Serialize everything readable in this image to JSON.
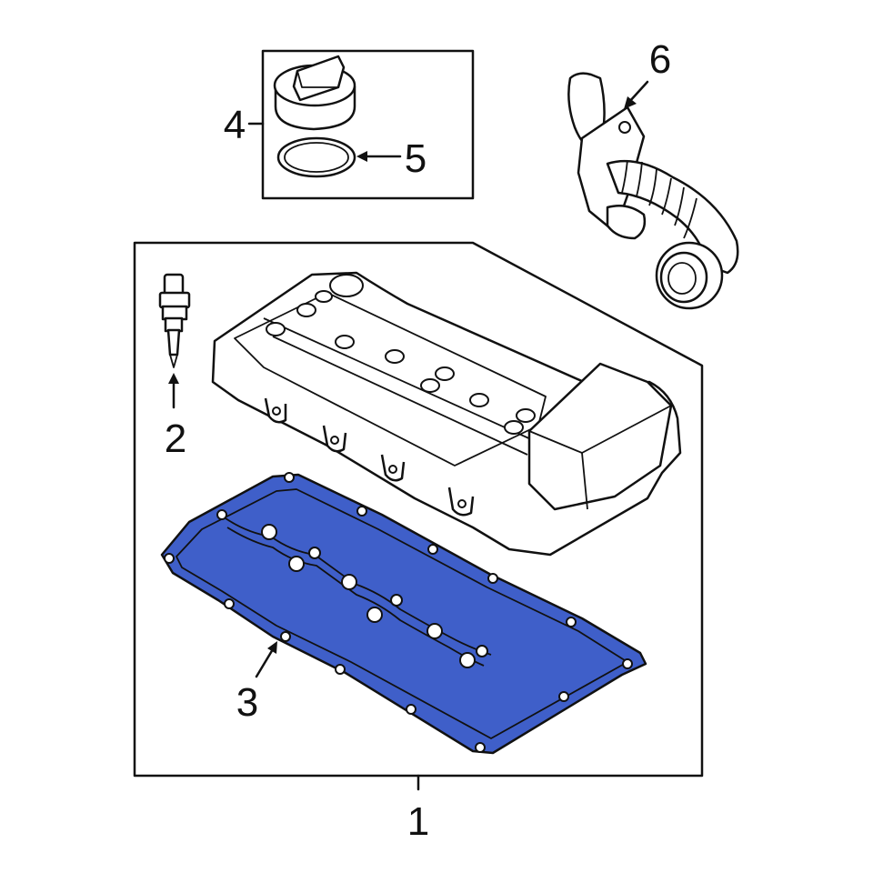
{
  "callouts": {
    "c1": "1",
    "c2": "2",
    "c3": "3",
    "c4": "4",
    "c5": "5",
    "c6": "6"
  },
  "colors": {
    "gasket_fill": "#3f5fc9",
    "line": "#111111",
    "background": "#ffffff"
  }
}
